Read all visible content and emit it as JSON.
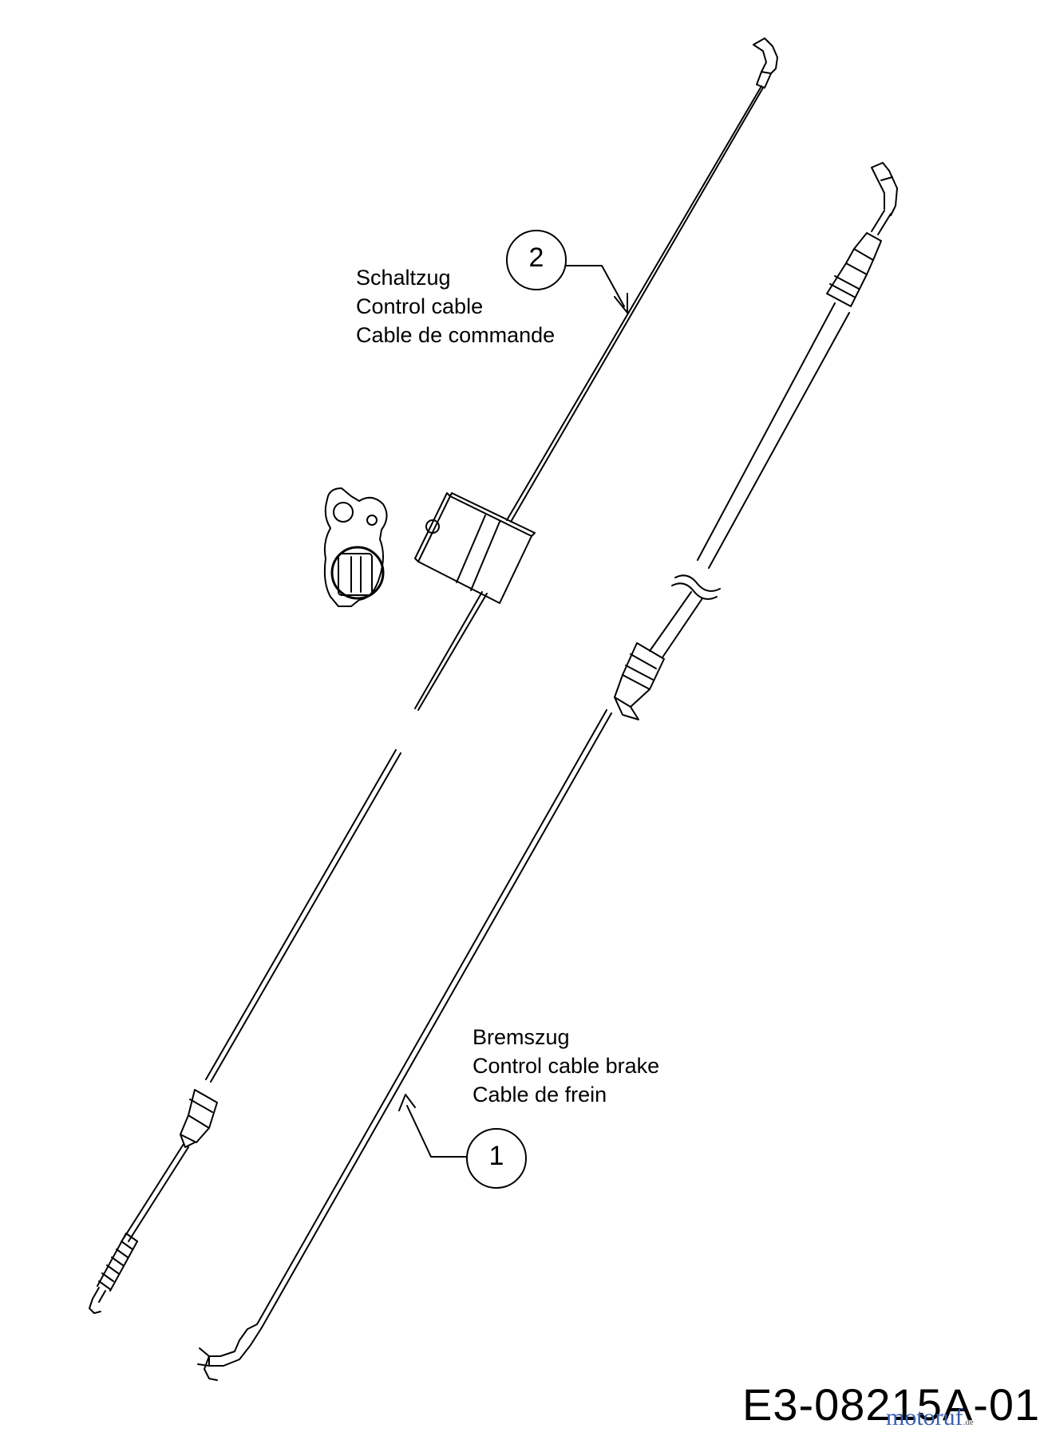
{
  "callouts": [
    {
      "number": "2",
      "lines": [
        "Schaltzug",
        "Control cable",
        "Cable de commande"
      ]
    },
    {
      "number": "1",
      "lines": [
        "Bremszug",
        "Control cable brake",
        "Cable de frein"
      ]
    }
  ],
  "drawing_code": "E3-08215A-01",
  "watermark": {
    "name": "motoruf",
    "tld": ".de"
  },
  "colors": {
    "line": "#000000",
    "watermark_blue": "#3a5fb0",
    "watermark_green": "#3c9a4a",
    "watermark_orange": "#e08a1e"
  }
}
